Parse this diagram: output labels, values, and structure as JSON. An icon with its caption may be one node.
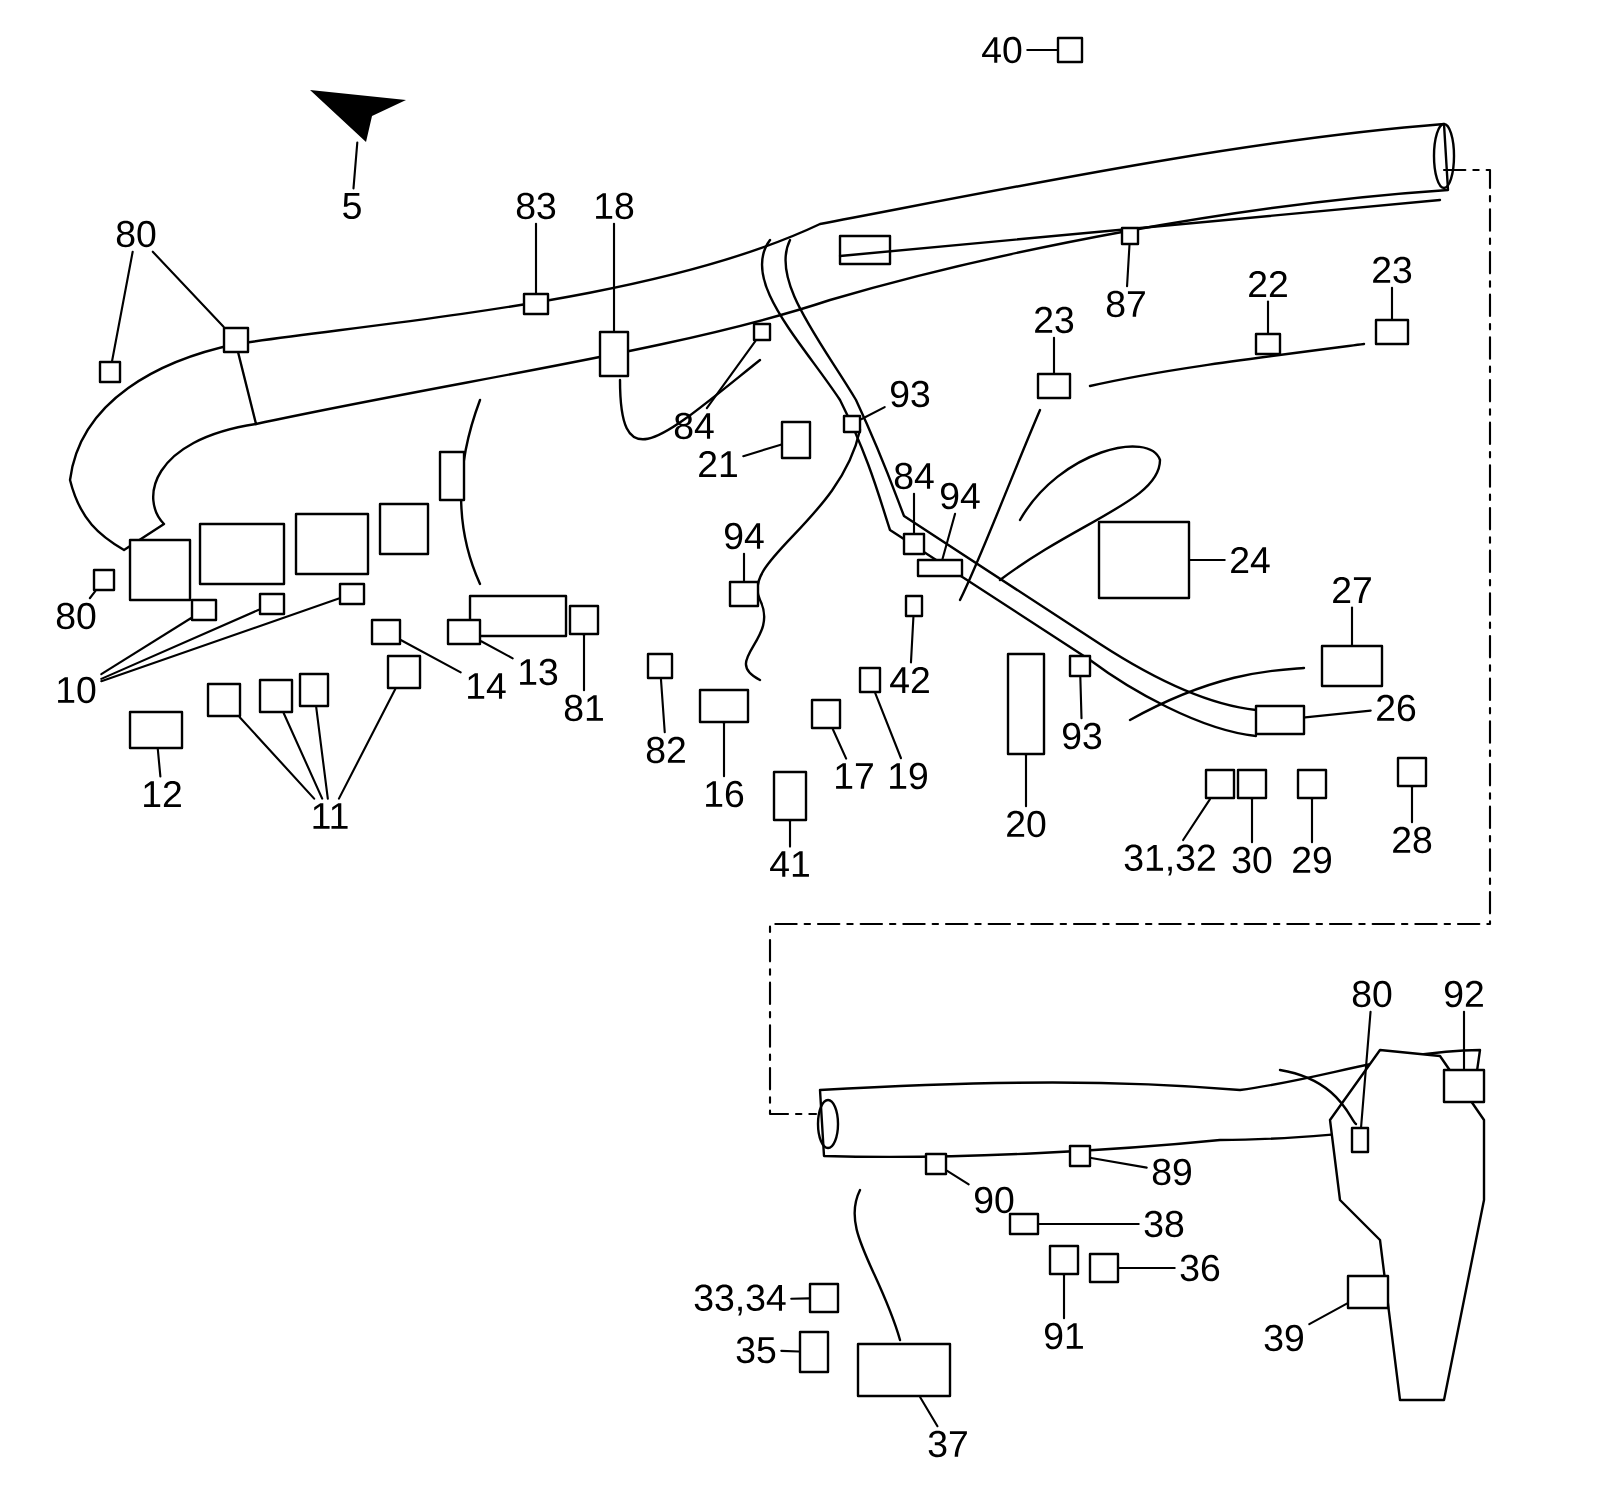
{
  "diagram": {
    "nodes": [
      {
        "text": [
          "40"
        ]
      },
      {
        "text": [
          "5"
        ]
      },
      {
        "text": [
          "80"
        ]
      },
      {
        "text": [
          "83"
        ]
      },
      {
        "text": [
          "18"
        ]
      },
      {
        "text": [
          "87"
        ]
      },
      {
        "text": [
          "22"
        ]
      },
      {
        "text": [
          "23"
        ]
      },
      {
        "text": [
          "23"
        ]
      },
      {
        "text": [
          "84"
        ]
      },
      {
        "text": [
          "93"
        ]
      },
      {
        "text": [
          "21"
        ]
      },
      {
        "text": [
          "94"
        ]
      },
      {
        "text": [
          "84"
        ]
      },
      {
        "text": [
          "94"
        ]
      },
      {
        "text": [
          "24"
        ]
      },
      {
        "text": [
          "27"
        ]
      },
      {
        "text": [
          "80"
        ]
      },
      {
        "text": [
          "10"
        ]
      },
      {
        "text": [
          "13"
        ]
      },
      {
        "text": [
          "14"
        ]
      },
      {
        "text": [
          "81"
        ]
      },
      {
        "text": [
          "26"
        ]
      },
      {
        "text": [
          "42"
        ]
      },
      {
        "text": [
          "93"
        ]
      },
      {
        "text": [
          "82"
        ]
      },
      {
        "text": [
          "17"
        ]
      },
      {
        "text": [
          "19"
        ]
      },
      {
        "text": [
          "16"
        ]
      },
      {
        "text": [
          "12"
        ]
      },
      {
        "text": [
          "11"
        ]
      },
      {
        "text": [
          "20"
        ]
      },
      {
        "text": [
          "31,32"
        ]
      },
      {
        "text": [
          "30"
        ]
      },
      {
        "text": [
          "29"
        ]
      },
      {
        "text": [
          "28"
        ]
      },
      {
        "text": [
          "41"
        ]
      },
      {
        "text": [
          "80"
        ]
      },
      {
        "text": [
          "92"
        ]
      },
      {
        "text": [
          "89"
        ]
      },
      {
        "text": [
          "90"
        ]
      },
      {
        "text": [
          "38"
        ]
      },
      {
        "text": [
          "36"
        ]
      },
      {
        "text": [
          "33,34"
        ]
      },
      {
        "text": [
          "91"
        ]
      },
      {
        "text": [
          "35"
        ]
      },
      {
        "text": [
          "39"
        ]
      },
      {
        "text": [
          "37"
        ]
      },
      {
        "text": [],
        "shape": "box"
      },
      {
        "text": [],
        "shape": "triangle"
      },
      {
        "text": [],
        "shape": "box"
      },
      {
        "text": [],
        "shape": "box"
      },
      {
        "text": [],
        "shape": "box"
      },
      {
        "text": [],
        "shape": "box"
      },
      {
        "text": [],
        "shape": "box"
      },
      {
        "text": [],
        "shape": "box"
      },
      {
        "text": [],
        "shape": "box"
      },
      {
        "text": [],
        "shape": "box"
      },
      {
        "text": [],
        "shape": "box"
      },
      {
        "text": [],
        "shape": "box"
      },
      {
        "text": [],
        "shape": "box"
      },
      {
        "text": [],
        "shape": "box"
      },
      {
        "text": [],
        "shape": "box"
      },
      {
        "text": [],
        "shape": "box"
      },
      {
        "text": [],
        "shape": "box"
      },
      {
        "text": [],
        "shape": "box"
      },
      {
        "text": [],
        "shape": "box"
      },
      {
        "text": [],
        "shape": "box"
      },
      {
        "text": [],
        "shape": "box"
      },
      {
        "text": [],
        "shape": "box"
      },
      {
        "text": [],
        "shape": "box"
      },
      {
        "text": [],
        "shape": "box"
      },
      {
        "text": [],
        "shape": "box"
      },
      {
        "text": [],
        "shape": "box"
      },
      {
        "text": [],
        "shape": "box"
      },
      {
        "text": [],
        "shape": "box"
      },
      {
        "text": [],
        "shape": "box"
      },
      {
        "text": [],
        "shape": "box"
      },
      {
        "text": [],
        "shape": "box"
      },
      {
        "text": [],
        "shape": "box"
      },
      {
        "text": [],
        "shape": "box"
      },
      {
        "text": [],
        "shape": "box"
      },
      {
        "text": [],
        "shape": "box"
      },
      {
        "text": [],
        "shape": "box"
      },
      {
        "text": [],
        "shape": "box"
      },
      {
        "text": [],
        "shape": "box"
      },
      {
        "text": [],
        "shape": "box"
      },
      {
        "text": [],
        "shape": "box"
      },
      {
        "text": [],
        "shape": "box"
      },
      {
        "text": [],
        "shape": "box"
      },
      {
        "text": [],
        "shape": "box"
      },
      {
        "text": [],
        "shape": "box"
      },
      {
        "text": [],
        "shape": "box"
      },
      {
        "text": [],
        "shape": "box"
      },
      {
        "text": [],
        "shape": "box"
      },
      {
        "text": [],
        "shape": "box"
      },
      {
        "text": [],
        "shape": "box"
      },
      {
        "text": [],
        "shape": "box"
      },
      {
        "text": [],
        "shape": "box"
      },
      {
        "text": [],
        "shape": "box"
      },
      {
        "text": [],
        "shape": "box"
      },
      {
        "text": [],
        "shape": "box"
      }
    ],
    "edges": [
      {
        "from": 0,
        "to": 48,
        "arrow": "none"
      },
      {
        "from": 1,
        "to": 49,
        "arrow": "none"
      },
      {
        "from": 2,
        "to": 50,
        "arrow": "none"
      },
      {
        "from": 2,
        "to": 51,
        "arrow": "none"
      },
      {
        "from": 3,
        "to": 52,
        "arrow": "none"
      },
      {
        "from": 4,
        "to": 53,
        "arrow": "none"
      },
      {
        "from": 5,
        "to": 54,
        "arrow": "none"
      },
      {
        "from": 6,
        "to": 55,
        "arrow": "none"
      },
      {
        "from": 7,
        "to": 56,
        "arrow": "none"
      },
      {
        "from": 8,
        "to": 57,
        "arrow": "none"
      },
      {
        "from": 9,
        "to": 58,
        "arrow": "none"
      },
      {
        "from": 10,
        "to": 59,
        "arrow": "none"
      },
      {
        "from": 11,
        "to": 60,
        "arrow": "none"
      },
      {
        "from": 12,
        "to": 61,
        "arrow": "none"
      },
      {
        "from": 13,
        "to": 62,
        "arrow": "none"
      },
      {
        "from": 14,
        "to": 63,
        "arrow": "none"
      },
      {
        "from": 15,
        "to": 64,
        "arrow": "none"
      },
      {
        "from": 16,
        "to": 65,
        "arrow": "none"
      },
      {
        "from": 17,
        "to": 66,
        "arrow": "none"
      },
      {
        "from": 18,
        "to": 67,
        "arrow": "none"
      },
      {
        "from": 18,
        "to": 68,
        "arrow": "none"
      },
      {
        "from": 18,
        "to": 69,
        "arrow": "none"
      },
      {
        "from": 19,
        "to": 70,
        "arrow": "none"
      },
      {
        "from": 20,
        "to": 71,
        "arrow": "none"
      },
      {
        "from": 21,
        "to": 72,
        "arrow": "none"
      },
      {
        "from": 22,
        "to": 73,
        "arrow": "none"
      },
      {
        "from": 23,
        "to": 74,
        "arrow": "none"
      },
      {
        "from": 24,
        "to": 75,
        "arrow": "none"
      },
      {
        "from": 25,
        "to": 76,
        "arrow": "none"
      },
      {
        "from": 26,
        "to": 77,
        "arrow": "none"
      },
      {
        "from": 27,
        "to": 78,
        "arrow": "none"
      },
      {
        "from": 28,
        "to": 79,
        "arrow": "none"
      },
      {
        "from": 29,
        "to": 80,
        "arrow": "none"
      },
      {
        "from": 30,
        "to": 81,
        "arrow": "none"
      },
      {
        "from": 30,
        "to": 82,
        "arrow": "none"
      },
      {
        "from": 30,
        "to": 83,
        "arrow": "none"
      },
      {
        "from": 30,
        "to": 84,
        "arrow": "none"
      },
      {
        "from": 31,
        "to": 85,
        "arrow": "none"
      },
      {
        "from": 32,
        "to": 86,
        "arrow": "none"
      },
      {
        "from": 33,
        "to": 87,
        "arrow": "none"
      },
      {
        "from": 34,
        "to": 88,
        "arrow": "none"
      },
      {
        "from": 35,
        "to": 89,
        "arrow": "none"
      },
      {
        "from": 36,
        "to": 90,
        "arrow": "none"
      },
      {
        "from": 37,
        "to": 91,
        "arrow": "none"
      },
      {
        "from": 38,
        "to": 92,
        "arrow": "none"
      },
      {
        "from": 39,
        "to": 93,
        "arrow": "none"
      },
      {
        "from": 40,
        "to": 94,
        "arrow": "none"
      },
      {
        "from": 41,
        "to": 95,
        "arrow": "none"
      },
      {
        "from": 42,
        "to": 96,
        "arrow": "none"
      },
      {
        "from": 43,
        "to": 97,
        "arrow": "none"
      },
      {
        "from": 44,
        "to": 98,
        "arrow": "none"
      },
      {
        "from": 45,
        "to": 99,
        "arrow": "none"
      },
      {
        "from": 46,
        "to": 100,
        "arrow": "none"
      },
      {
        "from": 47,
        "to": 101,
        "arrow": "none"
      }
    ]
  }
}
